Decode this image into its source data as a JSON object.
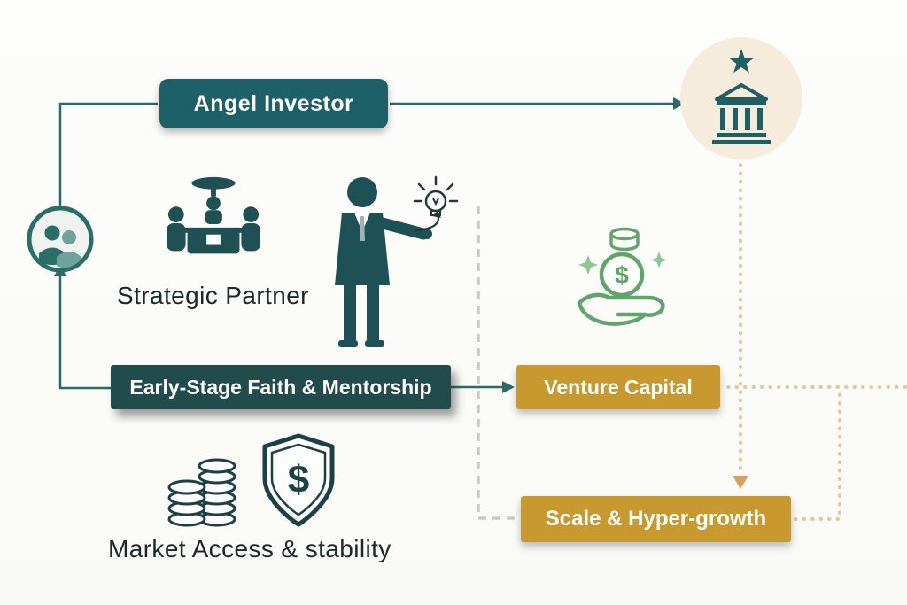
{
  "palette": {
    "teal": "#1E6068",
    "teal_dark_banner": "#224B4C",
    "gold": "#C8992E",
    "beige_circle": "#F6ECDC",
    "tan_dots": "#E3C79E",
    "tan_arrow": "#D9A05A",
    "green_icon": "#5FA56C",
    "gray_dash": "#C9C9C9",
    "ink_text": "#1A282C"
  },
  "nodes": {
    "angel_investor": {
      "label": "Angel Investor"
    },
    "strategic_partner": {
      "label": "Strategic Partner"
    },
    "early_stage": {
      "label": "Early-Stage Faith & Mentorship"
    },
    "venture_capital": {
      "label": "Venture Capital"
    },
    "scale": {
      "label": "Scale & Hyper-growth"
    },
    "market_access": {
      "label": "Market Access & stability"
    }
  },
  "glyphs": {
    "dollar": "$"
  },
  "icons": [
    {
      "name": "people-circle-icon"
    },
    {
      "name": "meeting-table-icon"
    },
    {
      "name": "businessman-icon"
    },
    {
      "name": "idea-lightbulb-icon"
    },
    {
      "name": "funding-hand-icon"
    },
    {
      "name": "bank-icon"
    },
    {
      "name": "star-icon"
    },
    {
      "name": "coin-stack-icon"
    },
    {
      "name": "shield-dollar-icon"
    }
  ]
}
